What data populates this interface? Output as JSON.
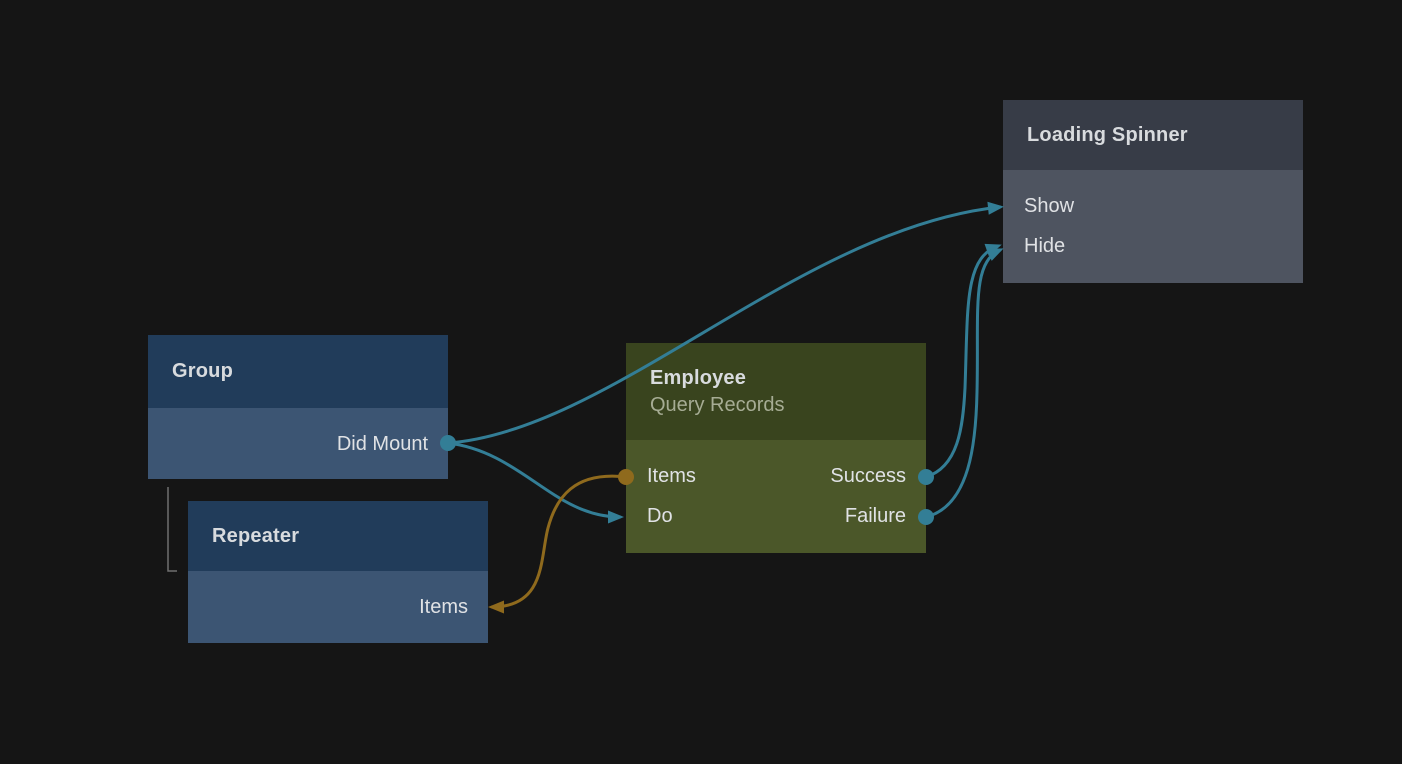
{
  "colors": {
    "background": "#151515",
    "signal": "#337e96",
    "data": "#8f6a1d",
    "hierarchy_line": "#6f6f6f",
    "blue_header": "#213c5a",
    "blue_body": "#3c5573",
    "green_header": "#39441e",
    "green_body": "#4b5729",
    "gray_header": "#373c47",
    "gray_body": "#4e5460"
  },
  "nodes": {
    "group": {
      "title": "Group",
      "ports": {
        "did_mount": "Did Mount"
      }
    },
    "repeater": {
      "title": "Repeater",
      "ports": {
        "items": "Items"
      }
    },
    "employee": {
      "title": "Employee",
      "subtitle": "Query Records",
      "ports": {
        "items": "Items",
        "do": "Do",
        "success": "Success",
        "failure": "Failure"
      }
    },
    "loading_spinner": {
      "title": "Loading Spinner",
      "ports": {
        "show": "Show",
        "hide": "Hide"
      }
    }
  },
  "connections": [
    {
      "from": "Group / Did Mount",
      "to": "Loading Spinner / Show",
      "kind": "signal"
    },
    {
      "from": "Group / Did Mount",
      "to": "Employee / Do",
      "kind": "signal"
    },
    {
      "from": "Employee / Items",
      "to": "Repeater / Items",
      "kind": "data"
    },
    {
      "from": "Employee / Success",
      "to": "Loading Spinner / Hide",
      "kind": "signal"
    },
    {
      "from": "Employee / Failure",
      "to": "Loading Spinner / Hide",
      "kind": "signal"
    },
    {
      "from": "Group",
      "to": "Repeater",
      "kind": "hierarchy"
    }
  ]
}
